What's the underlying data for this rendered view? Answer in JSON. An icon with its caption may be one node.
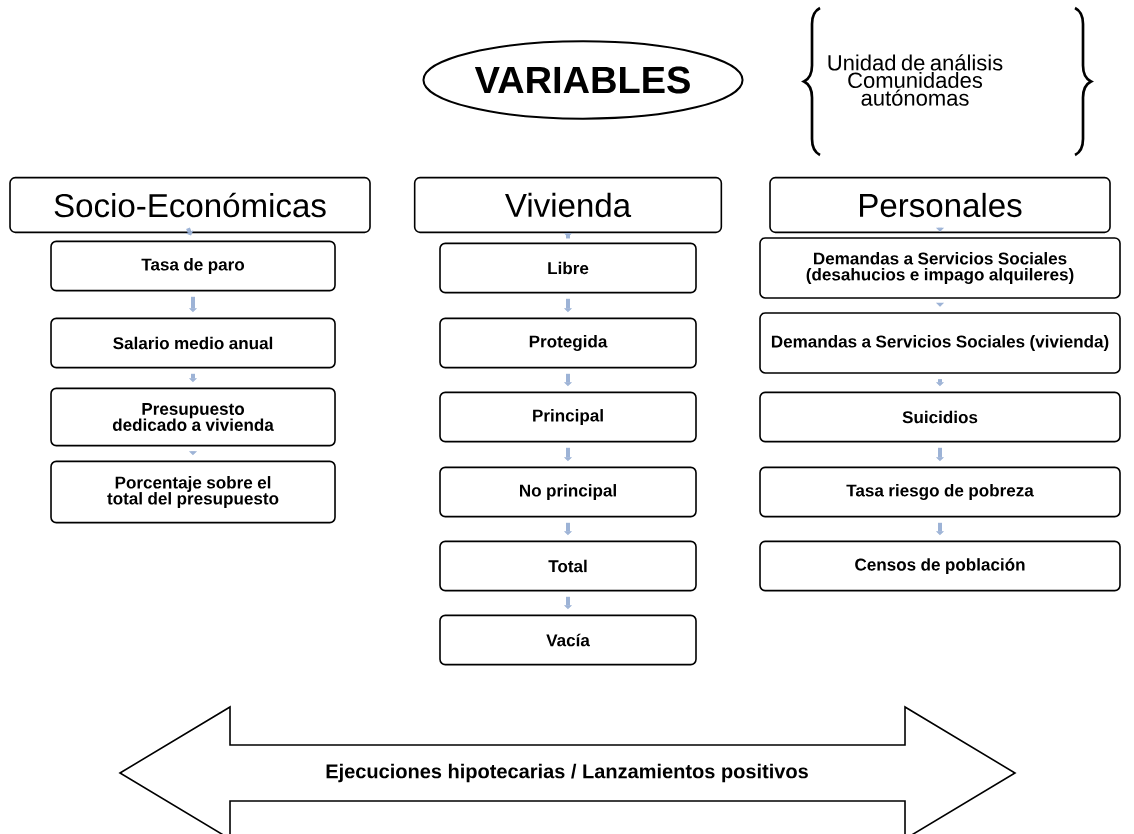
{
  "diagram": {
    "nodes": [
      {
        "text": [
          "VARIABLES"
        ]
      },
      {
        "text": [
          "Socio-Económicas"
        ]
      },
      {
        "text": [
          "Vivienda"
        ]
      },
      {
        "text": [
          "Personales"
        ]
      },
      {
        "text": [
          "Tasa de paro"
        ]
      },
      {
        "text": [
          "Salario medio anual"
        ]
      },
      {
        "text": [
          "Presupuesto dedicado a vivienda"
        ]
      },
      {
        "text": [
          "Porcentaje sobre el total del presupuesto"
        ]
      },
      {
        "text": [
          "Libre"
        ]
      },
      {
        "text": [
          "Protegida"
        ]
      },
      {
        "text": [
          "Principal"
        ]
      },
      {
        "text": [
          "No principal"
        ]
      },
      {
        "text": [
          "Total"
        ]
      },
      {
        "text": [
          "Vacía"
        ]
      },
      {
        "text": [
          "Demandas a Servicios Sociales (desahucios e impago alquileres)"
        ]
      },
      {
        "text": [
          "Demandas a Servicios Sociales (vivienda)"
        ]
      },
      {
        "text": [
          "Suicidios"
        ]
      },
      {
        "text": [
          "Tasa riesgo de pobreza"
        ]
      },
      {
        "text": [
          "Censos de población"
        ]
      },
      {
        "text": [
          "Ejecuciones hipotecarias / Lanzamientos positivos"
        ]
      }
    ],
    "edges": [
      {
        "from": 1,
        "to": 4,
        "arrow": "to"
      },
      {
        "from": 4,
        "to": 5,
        "arrow": "to"
      },
      {
        "from": 5,
        "to": 6,
        "arrow": "to"
      },
      {
        "from": 6,
        "to": 7,
        "arrow": "to"
      },
      {
        "from": 2,
        "to": 8,
        "arrow": "to"
      },
      {
        "from": 8,
        "to": 9,
        "arrow": "to"
      },
      {
        "from": 9,
        "to": 10,
        "arrow": "to"
      },
      {
        "from": 10,
        "to": 11,
        "arrow": "to"
      },
      {
        "from": 11,
        "to": 12,
        "arrow": "to"
      },
      {
        "from": 12,
        "to": 13,
        "arrow": "to"
      },
      {
        "from": 3,
        "to": 14,
        "arrow": "to"
      },
      {
        "from": 14,
        "to": 15,
        "arrow": "to"
      },
      {
        "from": 15,
        "to": 16,
        "arrow": "to"
      },
      {
        "from": 16,
        "to": 17,
        "arrow": "to"
      },
      {
        "from": 17,
        "to": 18,
        "arrow": "to"
      }
    ],
    "labels": [
      "Unidad de análisis Comunidades autónomas"
    ]
  }
}
